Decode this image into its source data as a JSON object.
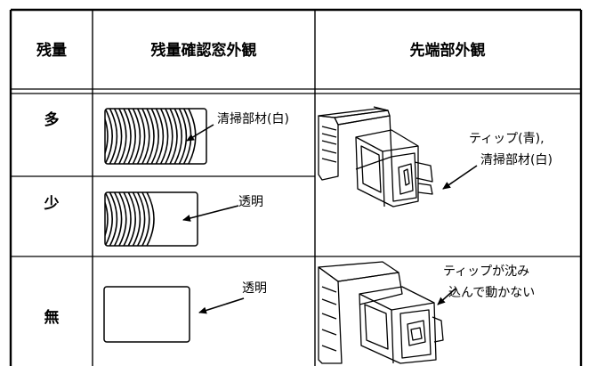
{
  "table": {
    "headers": {
      "level": "残量",
      "window": "残量確認窓外観",
      "tip": "先端部外観"
    },
    "rows": [
      {
        "level": "多",
        "window_note": "清掃部材(白)",
        "tip_note_lines": [
          "ティップ(青),",
          "清掃部材(白)"
        ]
      },
      {
        "level": "少",
        "window_note": "透明"
      },
      {
        "level": "無",
        "window_note": "透明",
        "tip_note_lines": [
          "ティップが沈み",
          "込んで動かない"
        ]
      }
    ]
  },
  "colors": {
    "line": "#000000",
    "background": "#ffffff"
  }
}
